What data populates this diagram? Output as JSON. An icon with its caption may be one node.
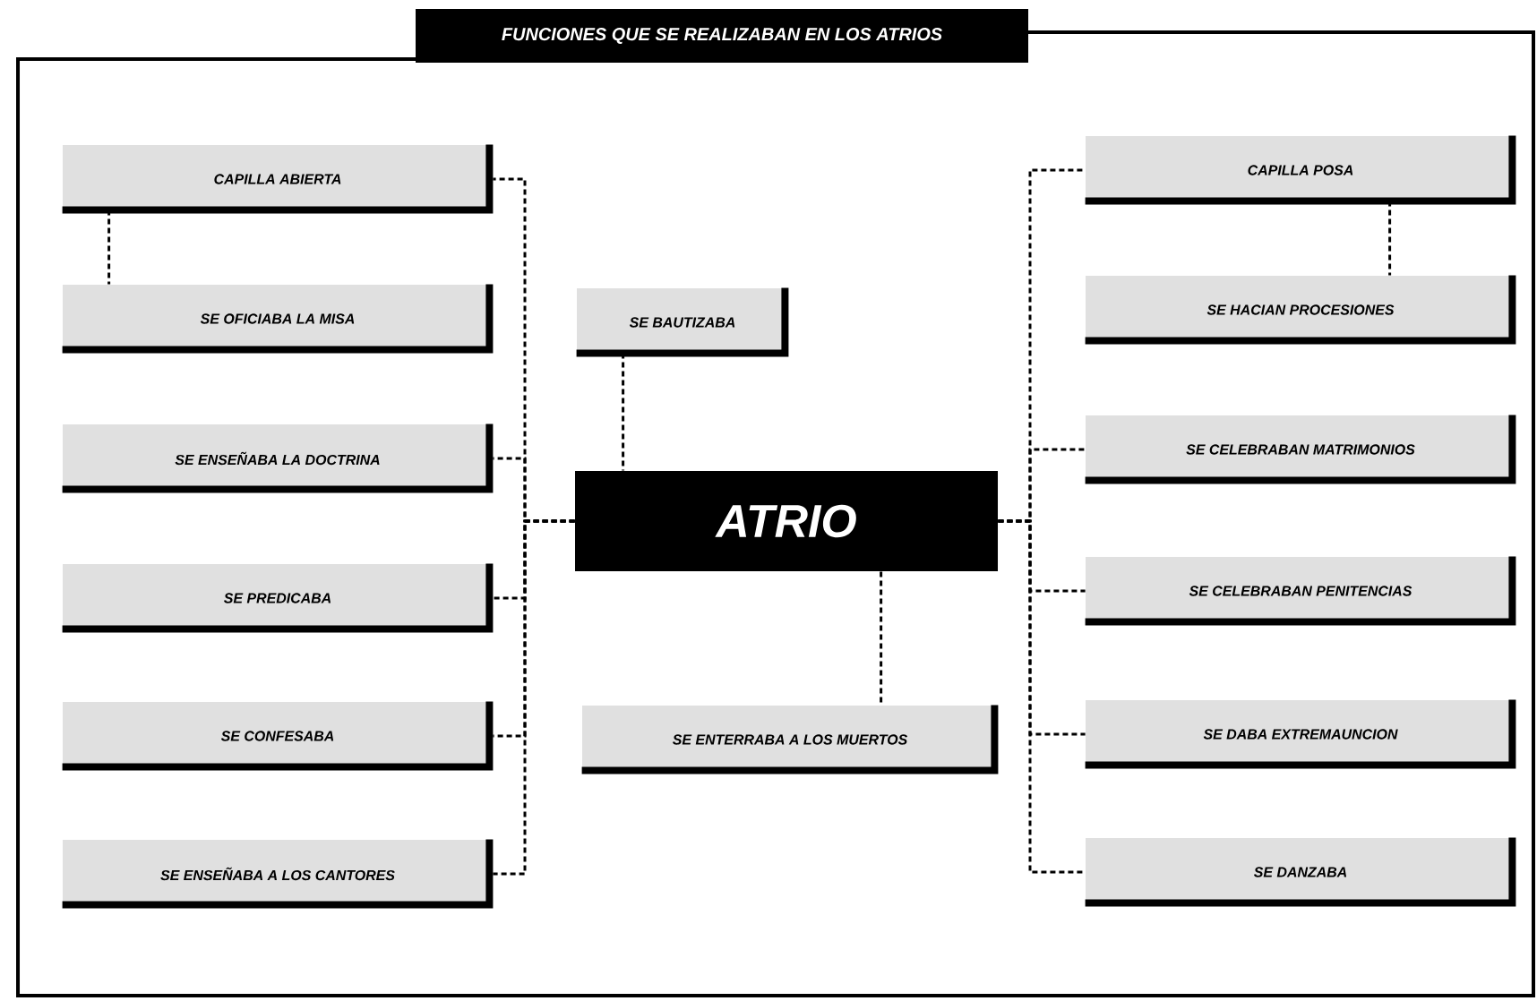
{
  "diagram": {
    "title": "FUNCIONES QUE SE REALIZABAN EN LOS ATRIOS",
    "nodes": [
      {
        "text": [
          "ATRIO"
        ]
      },
      {
        "text": [
          "CAPILLA ABIERTA"
        ]
      },
      {
        "text": [
          "SE OFICIABA LA MISA"
        ]
      },
      {
        "text": [
          "SE ENSEÑABA LA DOCTRINA"
        ]
      },
      {
        "text": [
          "SE PREDICABA"
        ]
      },
      {
        "text": [
          "SE CONFESABA"
        ]
      },
      {
        "text": [
          "SE ENSEÑABA A LOS CANTORES"
        ]
      },
      {
        "text": [
          "SE BAUTIZABA"
        ]
      },
      {
        "text": [
          "SE ENTERRABA A LOS MUERTOS"
        ]
      },
      {
        "text": [
          "CAPILLA POSA"
        ]
      },
      {
        "text": [
          "SE HACIAN PROCESIONES"
        ]
      },
      {
        "text": [
          "SE CELEBRABAN MATRIMONIOS"
        ]
      },
      {
        "text": [
          "SE CELEBRABAN PENITENCIAS"
        ]
      },
      {
        "text": [
          "SE DABA EXTREMAUNCION"
        ]
      },
      {
        "text": [
          "SE DANZABA"
        ]
      }
    ],
    "edges": [
      {
        "from": 0,
        "to": 1,
        "arrow": "none",
        "style": "dashed"
      },
      {
        "from": 1,
        "to": 2,
        "arrow": "none",
        "style": "dashed"
      },
      {
        "from": 0,
        "to": 3,
        "arrow": "none",
        "style": "dashed"
      },
      {
        "from": 0,
        "to": 4,
        "arrow": "none",
        "style": "dashed"
      },
      {
        "from": 0,
        "to": 5,
        "arrow": "none",
        "style": "dashed"
      },
      {
        "from": 0,
        "to": 6,
        "arrow": "none",
        "style": "dashed"
      },
      {
        "from": 7,
        "to": 0,
        "arrow": "none",
        "style": "dashed"
      },
      {
        "from": 0,
        "to": 8,
        "arrow": "none",
        "style": "dashed"
      },
      {
        "from": 0,
        "to": 9,
        "arrow": "none",
        "style": "dashed"
      },
      {
        "from": 9,
        "to": 10,
        "arrow": "none",
        "style": "dashed"
      },
      {
        "from": 0,
        "to": 11,
        "arrow": "none",
        "style": "dashed"
      },
      {
        "from": 0,
        "to": 12,
        "arrow": "none",
        "style": "dashed"
      },
      {
        "from": 0,
        "to": 13,
        "arrow": "none",
        "style": "dashed"
      },
      {
        "from": 0,
        "to": 14,
        "arrow": "none",
        "style": "dashed"
      }
    ]
  }
}
